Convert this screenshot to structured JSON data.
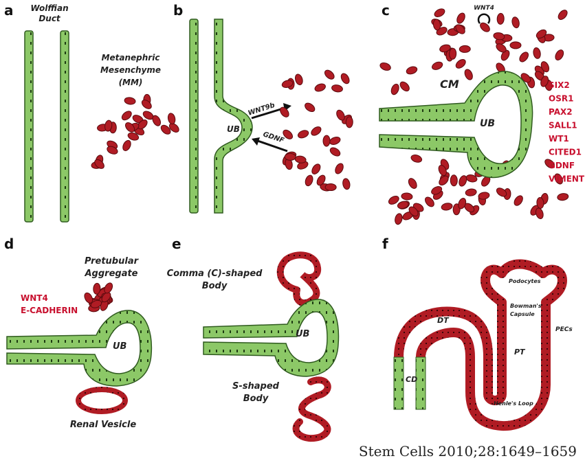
{
  "panels": {
    "a": {
      "letter": "a",
      "duct_label": [
        "Wolffian",
        "Duct"
      ],
      "mm_label": [
        "Metanephric",
        "Mesenchyme",
        "(MM)"
      ]
    },
    "b": {
      "letter": "b",
      "ub": "UB",
      "arrow_out": "WNT9b",
      "arrow_in": "GDNF"
    },
    "c": {
      "letter": "c",
      "top": "WNT4",
      "cm": "CM",
      "ub": "UB",
      "genes": [
        "SIX2",
        "OSR1",
        "PAX2",
        "SALL1",
        "WT1",
        "CITED1",
        "GDNF",
        "VIMENTIN"
      ]
    },
    "d": {
      "letter": "d",
      "aggregate": [
        "Pretubular",
        "Aggregate"
      ],
      "markers": [
        "WNT4",
        "E-CADHERIN"
      ],
      "ub": "UB",
      "vesicle": "Renal Vesicle"
    },
    "e": {
      "letter": "e",
      "cbody": [
        "Comma (C)-shaped",
        "Body"
      ],
      "ub": "UB",
      "sbody": [
        "S-shaped",
        "Body"
      ]
    },
    "f": {
      "letter": "f",
      "labels": {
        "podocytes": "Podocytes",
        "bowman": [
          "Bowman's",
          "Capsule"
        ],
        "pecs": "PECs",
        "dt": "DT",
        "pt": "PT",
        "cd": "CD",
        "henle": "Henle's Loop"
      }
    }
  },
  "citation": "Stem Cells 2010;28:1649–1659",
  "colors": {
    "epithelium": "#8cc867",
    "epithelium_edge": "#2f5a1f",
    "mesenchyme": "#b01c24",
    "mesenchyme_dark": "#5a0a0e",
    "gene_text": "#c8102e"
  }
}
